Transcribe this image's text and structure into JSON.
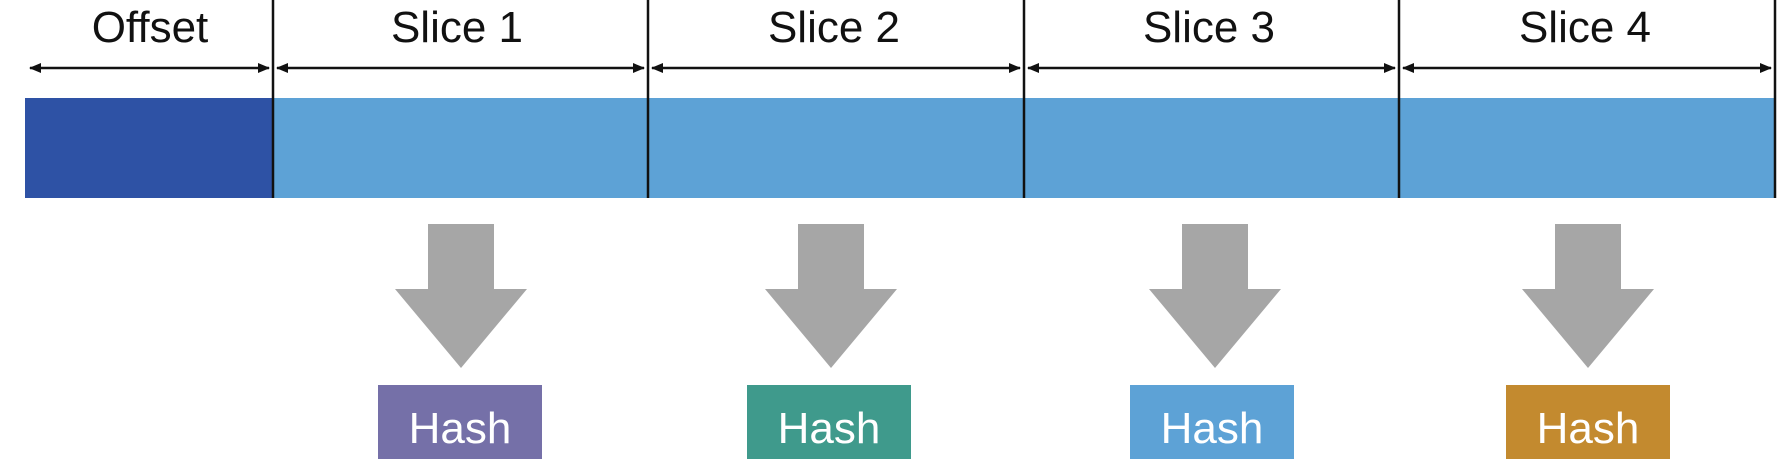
{
  "segments": [
    {
      "label": "Offset",
      "color": "#2e52a5"
    },
    {
      "label": "Slice 1",
      "color": "#5da2d6"
    },
    {
      "label": "Slice 2",
      "color": "#5da2d6"
    },
    {
      "label": "Slice 3",
      "color": "#5da2d6"
    },
    {
      "label": "Slice 4",
      "color": "#5da2d6"
    }
  ],
  "hashes": [
    {
      "label": "Hash",
      "color": "#7570a8",
      "slice": "Slice 1"
    },
    {
      "label": "Hash",
      "color": "#3f9a8c",
      "slice": "Slice 2"
    },
    {
      "label": "Hash",
      "color": "#5da2d6",
      "slice": "Slice 3"
    },
    {
      "label": "Hash",
      "color": "#c38a2f",
      "slice": "Slice 4"
    }
  ],
  "colors": {
    "arrow": "#a6a6a6",
    "divider": "#111111",
    "dimension_line": "#111111"
  }
}
